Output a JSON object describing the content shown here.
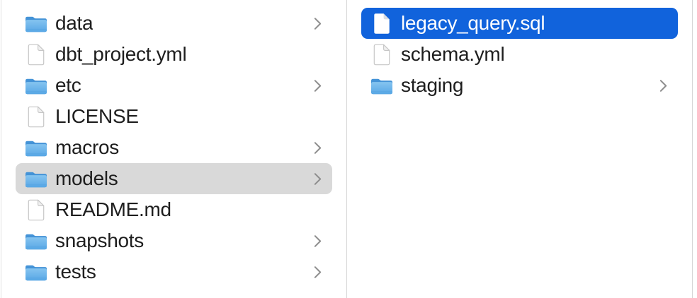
{
  "window": {
    "type": "finder-column-view"
  },
  "colors": {
    "background": "#ffffff",
    "selection_blue": "#1163dc",
    "selection_blue_text": "#ffffff",
    "selection_gray": "#d9d9d9",
    "text": "#1e1e1e",
    "divider": "#d6d6d6",
    "chevron": "#8e8e8e",
    "folder_blue_front_top": "#85c4f0",
    "folder_blue_front_bottom": "#58a7e5",
    "folder_blue_back": "#4493d7",
    "file_border": "#c6c6c6"
  },
  "columns": [
    {
      "name": "column-1",
      "items": [
        {
          "label": "data",
          "type": "folder",
          "icon": "folder-icon",
          "chevron": true,
          "selected": "none"
        },
        {
          "label": "dbt_project.yml",
          "type": "file",
          "icon": "document-icon",
          "chevron": false,
          "selected": "none"
        },
        {
          "label": "etc",
          "type": "folder",
          "icon": "folder-icon",
          "chevron": true,
          "selected": "none"
        },
        {
          "label": "LICENSE",
          "type": "file",
          "icon": "document-icon",
          "chevron": false,
          "selected": "none"
        },
        {
          "label": "macros",
          "type": "folder",
          "icon": "folder-icon",
          "chevron": true,
          "selected": "none"
        },
        {
          "label": "models",
          "type": "folder",
          "icon": "folder-icon",
          "chevron": true,
          "selected": "gray"
        },
        {
          "label": "README.md",
          "type": "file",
          "icon": "document-icon",
          "chevron": false,
          "selected": "none"
        },
        {
          "label": "snapshots",
          "type": "folder",
          "icon": "folder-icon",
          "chevron": true,
          "selected": "none"
        },
        {
          "label": "tests",
          "type": "folder",
          "icon": "folder-icon",
          "chevron": true,
          "selected": "none"
        }
      ]
    },
    {
      "name": "column-2",
      "items": [
        {
          "label": "legacy_query.sql",
          "type": "file",
          "icon": "document-icon",
          "chevron": false,
          "selected": "blue"
        },
        {
          "label": "schema.yml",
          "type": "file",
          "icon": "document-icon",
          "chevron": false,
          "selected": "none"
        },
        {
          "label": "staging",
          "type": "folder",
          "icon": "folder-icon",
          "chevron": true,
          "selected": "none"
        }
      ]
    }
  ]
}
